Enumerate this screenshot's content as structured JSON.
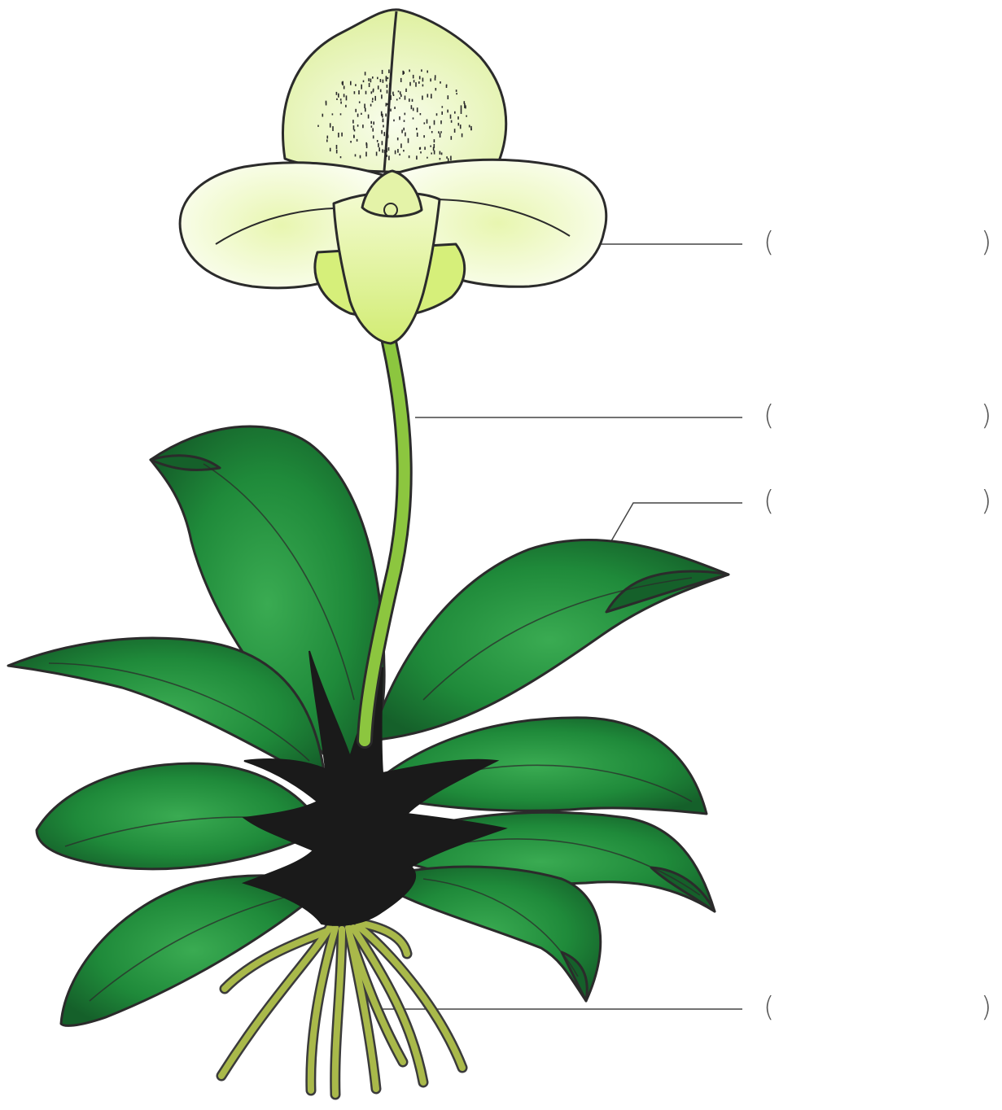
{
  "colors": {
    "outline": "#2b2b2b",
    "leaf_dark": "#15602a",
    "leaf_mid": "#1f8a3a",
    "leaf_light": "#3aab52",
    "stem": "#8cc63f",
    "flower_light": "#f6fbe4",
    "flower_mid": "#e4f3a8",
    "flower_pouch": "#d6ef7a",
    "root": "#a9b94a",
    "base": "#1a1a1a",
    "leader": "#444444"
  },
  "labels": [
    {
      "part": "flower",
      "open": "(",
      "close": ")",
      "answer": ""
    },
    {
      "part": "stem",
      "open": "(",
      "close": ")",
      "answer": ""
    },
    {
      "part": "leaf",
      "open": "(",
      "close": ")",
      "answer": ""
    },
    {
      "part": "root",
      "open": "(",
      "close": ")",
      "answer": ""
    }
  ]
}
